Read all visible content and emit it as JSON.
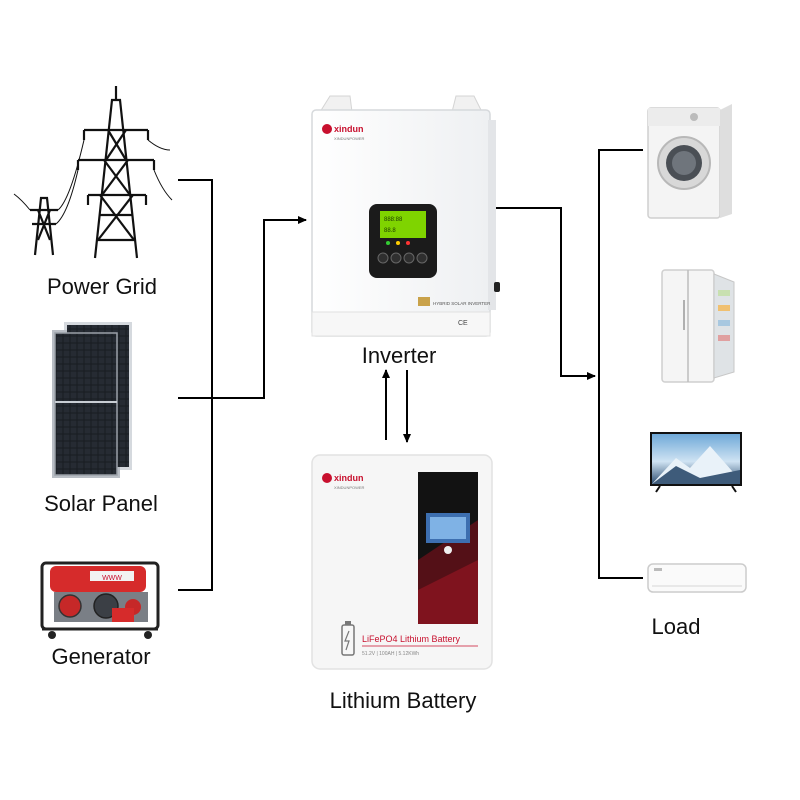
{
  "sources": {
    "power_grid_label": "Power Grid",
    "solar_panel_label": "Solar Panel",
    "generator_label": "Generator"
  },
  "inverter": {
    "label": "Inverter",
    "brand": "xindun",
    "brand_sub": "XINDUNPOWER",
    "model_text": "HYBRID SOLAR INVERTER",
    "cert": "CE"
  },
  "battery": {
    "label": "Lithium Battery",
    "brand": "xindun",
    "brand_sub": "XINDUNPOWER",
    "product_text": "LiFePO4 Lithium Battery",
    "spec_text": "51.2V | 100AH | 5.12KWh"
  },
  "load": {
    "label": "Load",
    "items": [
      "washing-machine",
      "refrigerator",
      "television",
      "air-conditioner"
    ]
  },
  "generator": {
    "badge_text": "WWW"
  },
  "colors": {
    "line": "#000000",
    "brand_red": "#c8102e",
    "lcd_green": "#7fd400",
    "battery_panel": "#121212"
  }
}
